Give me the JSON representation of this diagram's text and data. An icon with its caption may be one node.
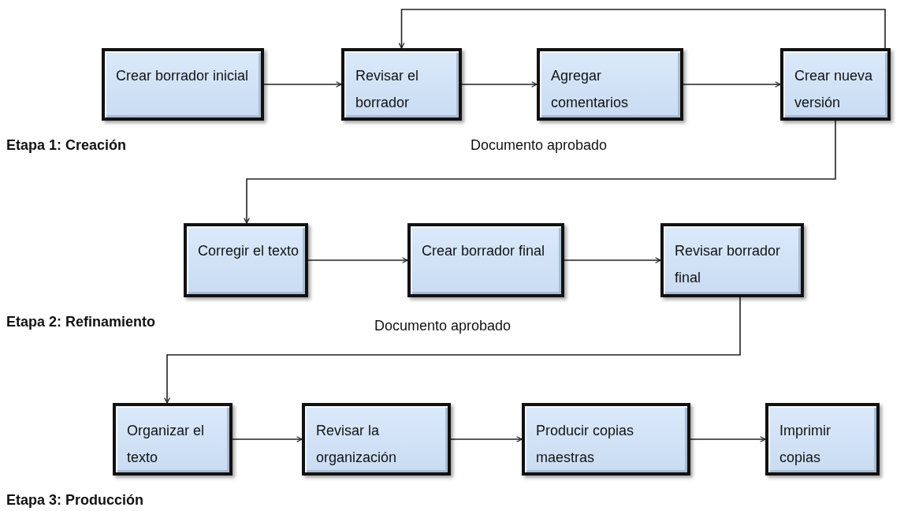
{
  "diagram": {
    "nodes": [
      {
        "text": [
          "Crear borrador inicial"
        ]
      },
      {
        "text": [
          "Revisar el borrador"
        ]
      },
      {
        "text": [
          "Agregar comentarios"
        ]
      },
      {
        "text": [
          "Crear nueva versión"
        ]
      },
      {
        "text": [
          "Corregir el texto"
        ]
      },
      {
        "text": [
          "Crear borrador final"
        ]
      },
      {
        "text": [
          "Revisar borrador final"
        ]
      },
      {
        "text": [
          "Organizar el texto"
        ]
      },
      {
        "text": [
          "Revisar la organización"
        ]
      },
      {
        "text": [
          "Producir copias maestras"
        ]
      },
      {
        "text": [
          "Imprimir copias"
        ]
      }
    ],
    "edges": [
      {
        "from": 0,
        "to": 1,
        "arrow": "to"
      },
      {
        "from": 1,
        "to": 2,
        "arrow": "to"
      },
      {
        "from": 2,
        "to": 3,
        "arrow": "to"
      },
      {
        "from": 3,
        "to": 1,
        "arrow": "to"
      },
      {
        "from": 3,
        "to": 4,
        "arrow": "to"
      },
      {
        "from": 4,
        "to": 5,
        "arrow": "to"
      },
      {
        "from": 5,
        "to": 6,
        "arrow": "to"
      },
      {
        "from": 6,
        "to": 7,
        "arrow": "to"
      },
      {
        "from": 7,
        "to": 8,
        "arrow": "to"
      },
      {
        "from": 8,
        "to": 9,
        "arrow": "to"
      },
      {
        "from": 9,
        "to": 10,
        "arrow": "to"
      }
    ],
    "labels": [
      "Etapa 1: Creación",
      "Documento aprobado",
      "Etapa 2: Refinamiento",
      "Documento aprobado",
      "Etapa 3: Producción"
    ]
  }
}
